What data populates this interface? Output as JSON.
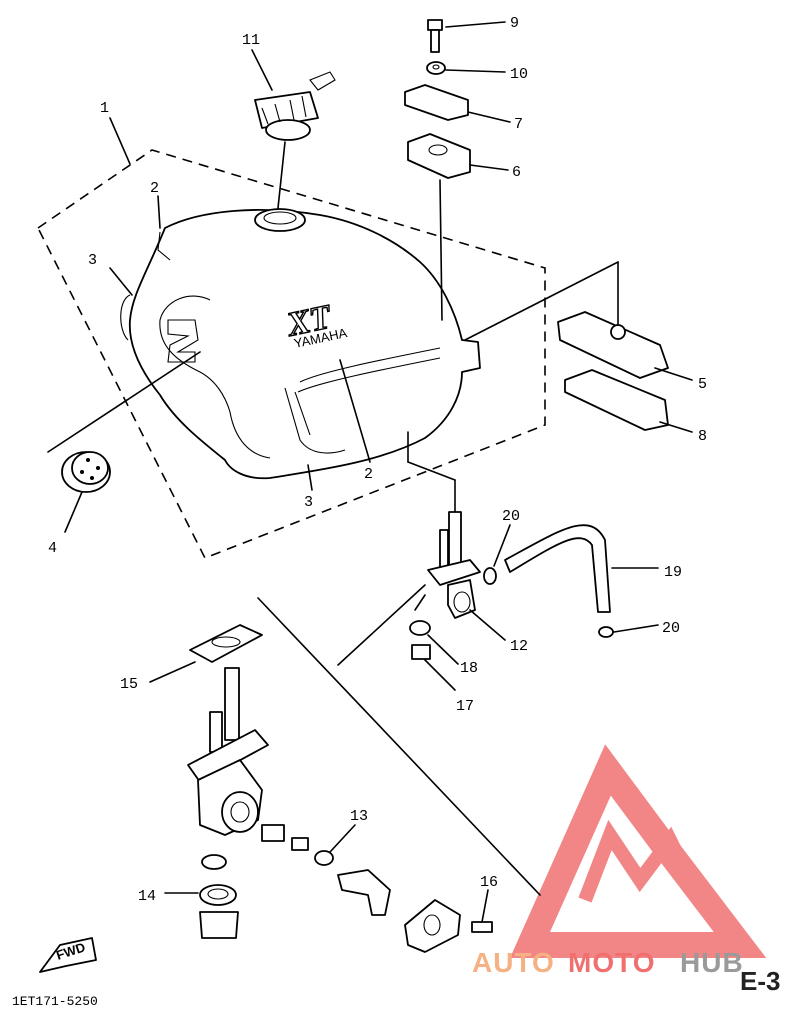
{
  "callouts": [
    {
      "id": "c11",
      "text": "11"
    },
    {
      "id": "c9",
      "text": "9"
    },
    {
      "id": "c10",
      "text": "10"
    },
    {
      "id": "c7",
      "text": "7"
    },
    {
      "id": "c6",
      "text": "6"
    },
    {
      "id": "c1",
      "text": "1"
    },
    {
      "id": "c2a",
      "text": "2"
    },
    {
      "id": "c3a",
      "text": "3"
    },
    {
      "id": "c5",
      "text": "5"
    },
    {
      "id": "c8",
      "text": "8"
    },
    {
      "id": "c4",
      "text": "4"
    },
    {
      "id": "c2b",
      "text": "2"
    },
    {
      "id": "c3b",
      "text": "3"
    },
    {
      "id": "c20a",
      "text": "20"
    },
    {
      "id": "c19",
      "text": "19"
    },
    {
      "id": "c12",
      "text": "12"
    },
    {
      "id": "c20b",
      "text": "20"
    },
    {
      "id": "c18",
      "text": "18"
    },
    {
      "id": "c17",
      "text": "17"
    },
    {
      "id": "c15",
      "text": "15"
    },
    {
      "id": "c13",
      "text": "13"
    },
    {
      "id": "c14",
      "text": "14"
    },
    {
      "id": "c16",
      "text": "16"
    }
  ],
  "tank_text": {
    "logo": "XT",
    "brand": "YAMAHA"
  },
  "fwd_label": "FWD",
  "drawing_code": "1ET171-5250",
  "page_id": "E-3",
  "watermark": {
    "part1": "AUTO",
    "part2": "MOTO",
    "part3": "HUB",
    "color_red": "#f07070",
    "color_orange": "#f5b183",
    "color_gray": "#9a9a9a"
  }
}
